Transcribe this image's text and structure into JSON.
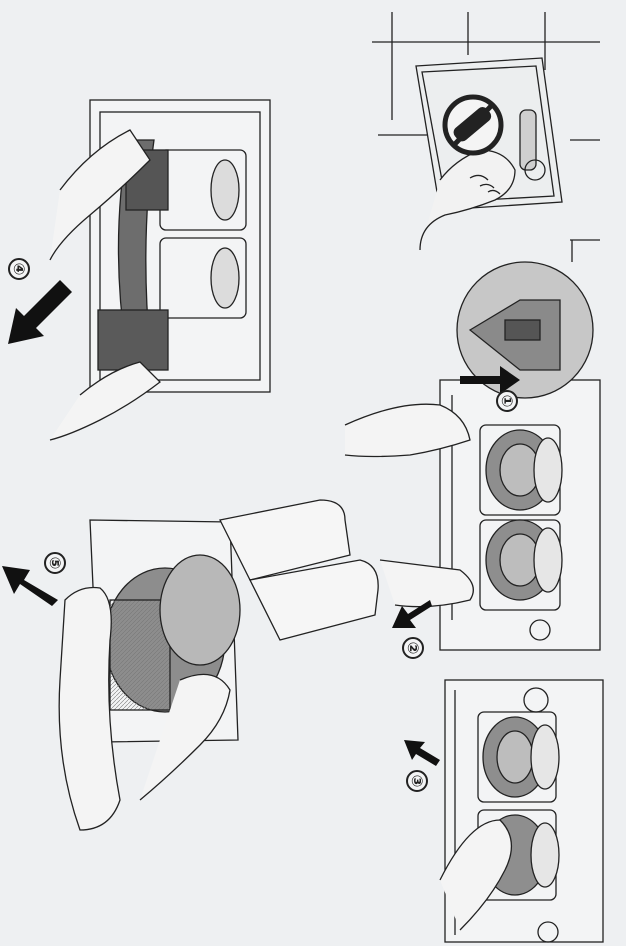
{
  "document": {
    "type": "installation-instruction-illustration",
    "steps": [
      {
        "number": "①",
        "arrow_icon": "arrow-right-icon"
      },
      {
        "number": "②",
        "arrow_icon": "arrow-down-left-icon"
      },
      {
        "number": "③",
        "arrow_icon": "arrow-up-left-icon"
      },
      {
        "number": "④",
        "arrow_icon": "arrow-down-left-icon"
      },
      {
        "number": "⑤",
        "arrow_icon": "arrow-up-left-icon"
      }
    ],
    "prohibition_icon": "no-entry-icon",
    "colors": {
      "ink": "#222222",
      "paper": "#eef0f2",
      "shade": "#9a9a9a",
      "dark_shade": "#555555"
    }
  }
}
